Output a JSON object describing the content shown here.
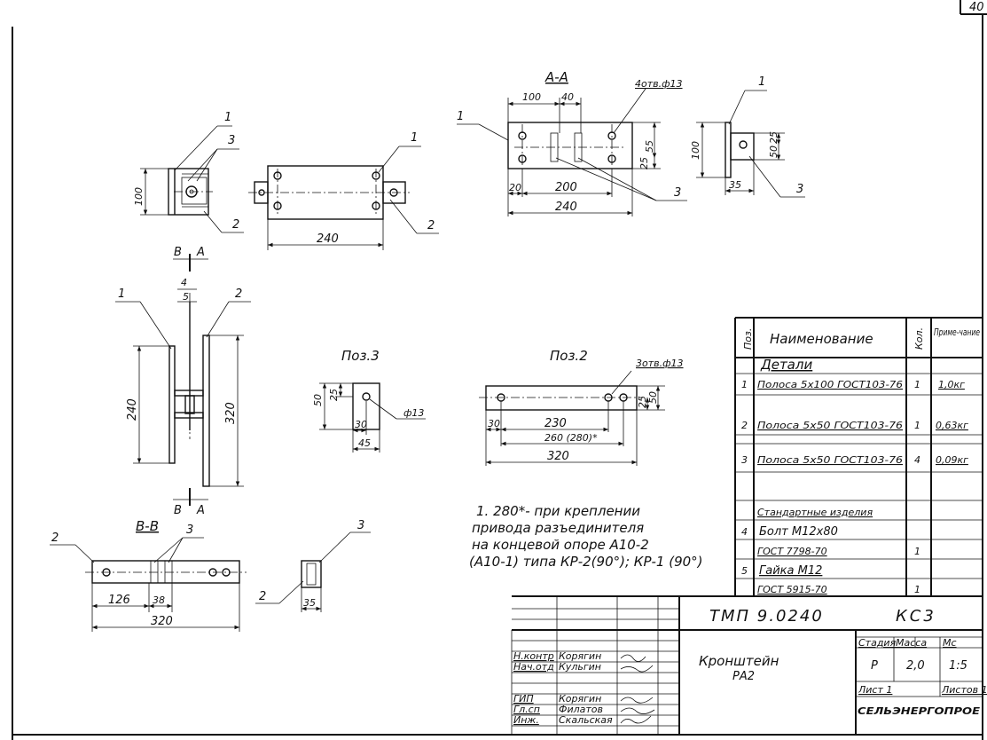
{
  "page_number": "40",
  "views": {
    "section_aa": {
      "title": "А-А",
      "holes_note": "4отв.ф13",
      "dims": [
        "100",
        "40",
        "55",
        "25",
        "20",
        "200",
        "240"
      ],
      "leaders": [
        "1",
        "3"
      ]
    },
    "side_right": {
      "dims": [
        "100",
        "25",
        "50",
        "35"
      ],
      "leaders": [
        "1",
        "3"
      ]
    },
    "front_left": {
      "dims": [
        "100"
      ],
      "leaders": [
        "1",
        "3",
        "2"
      ]
    },
    "plan_mid": {
      "dims": [
        "240"
      ],
      "leaders": [
        "1",
        "2"
      ]
    },
    "cut_mark_top": {
      "letters": [
        "В",
        "А"
      ]
    },
    "cut_mark_bottom": {
      "letters": [
        "В",
        "А"
      ]
    },
    "elevation": {
      "dims": [
        "240",
        "320"
      ],
      "leaders": [
        "1",
        "4",
        "5",
        "2"
      ]
    },
    "poz3": {
      "title": "Поз.3",
      "dims": [
        "50",
        "25",
        "30",
        "45"
      ],
      "hole": "ф13"
    },
    "poz2": {
      "title": "Поз.2",
      "holes_note": "3отв.ф13",
      "dims": [
        "25",
        "50",
        "30",
        "230",
        "260 (280)*",
        "320"
      ]
    },
    "section_bb": {
      "title": "В-В",
      "dims": [
        "126",
        "38",
        "320"
      ],
      "leaders": [
        "2",
        "3"
      ]
    },
    "detail3": {
      "dims": [
        "35"
      ],
      "leaders": [
        "3",
        "2"
      ]
    }
  },
  "note": {
    "lines": [
      "1. 280*- при креплении",
      "привода разъединителя",
      "на концевой опоре А10-2",
      "(А10-1) типа КР-2(90°); КР-1 (90°)"
    ]
  },
  "spec_table": {
    "headers": {
      "pos": "Поз.",
      "name": "Наименование",
      "qty": "Кол.",
      "note": "Приме-чание"
    },
    "rows": [
      {
        "pos": "",
        "name": "Детали",
        "qty": "",
        "note": ""
      },
      {
        "pos": "1",
        "name": "Полоса 5х100 ГОСТ103-76",
        "qty": "1",
        "note": "1,0кг"
      },
      {
        "pos": "",
        "name": "",
        "qty": "",
        "note": ""
      },
      {
        "pos": "2",
        "name": "Полоса 5х50 ГОСТ103-76",
        "qty": "1",
        "note": "0,63кг"
      },
      {
        "pos": "",
        "name": "",
        "qty": "",
        "note": ""
      },
      {
        "pos": "3",
        "name": "Полоса 5х50 ГОСТ103-76",
        "qty": "4",
        "note": "0,09кг"
      },
      {
        "pos": "",
        "name": "",
        "qty": "",
        "note": ""
      },
      {
        "pos": "",
        "name": "Стандартные изделия",
        "qty": "",
        "note": ""
      },
      {
        "pos": "4",
        "name": "Болт М12х80",
        "qty": "",
        "note": ""
      },
      {
        "pos": "",
        "name": "ГОСТ 7798-70",
        "qty": "1",
        "note": ""
      },
      {
        "pos": "5",
        "name": "Гайка М12",
        "qty": "",
        "note": ""
      },
      {
        "pos": "",
        "name": "ГОСТ 5915-70",
        "qty": "1",
        "note": ""
      }
    ]
  },
  "title_block": {
    "doc_code": "ТМП 9.0240",
    "section": "КС3",
    "drawing_title": "Кронштейн",
    "drawing_subtitle": "РА2",
    "stage_label": "Стадия",
    "mass_label": "Масса",
    "scale_label": "Мс",
    "stage": "Р",
    "mass": "2,0",
    "scale": "1:5",
    "sheet": "Лист 1",
    "sheets": "Листов 1",
    "org": "СЕЛЬЭНЕРГОПРОЕ",
    "signatures": [
      {
        "role": "Н.контр",
        "name": "Корягин"
      },
      {
        "role": "Нач.отд",
        "name": "Кульгин"
      },
      {
        "role": "ГИП",
        "name": "Корягин"
      },
      {
        "role": "Гл.сп",
        "name": "Филатов"
      },
      {
        "role": "Инж.",
        "name": "Скальская"
      }
    ]
  }
}
